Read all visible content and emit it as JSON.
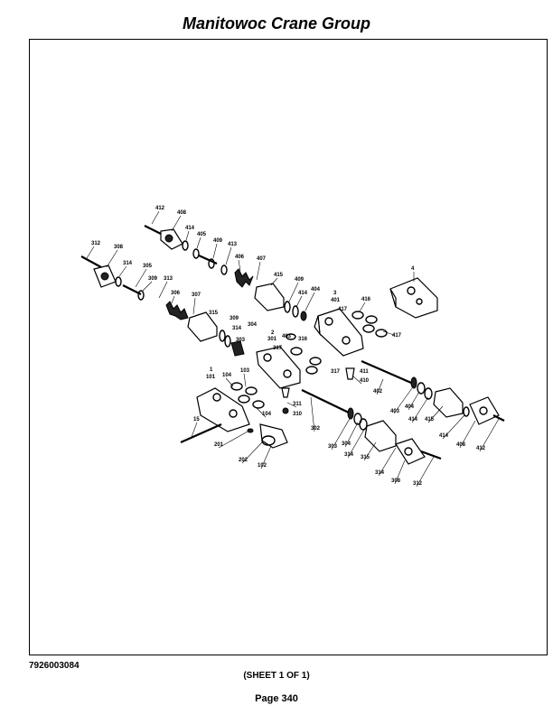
{
  "header": {
    "title": "Manitowoc Crane Group"
  },
  "footer": {
    "doc_number": "7926003084",
    "sheet": "(SHEET 1 OF 1)",
    "page": "Page 340"
  },
  "callouts": {
    "c412a": "412",
    "c408a": "408",
    "c414a": "414",
    "c405": "405",
    "c409a": "409",
    "c413": "413",
    "c406": "406",
    "c407": "407",
    "c312a": "312",
    "c308a": "308",
    "c314a": "314",
    "c305": "305",
    "c309a": "309",
    "c313": "313",
    "c306": "306",
    "c307": "307",
    "c415a": "415",
    "c409b": "409",
    "c414b": "414",
    "c404a": "404",
    "c4": "4",
    "c3": "3",
    "c401": "401",
    "c417a": "417",
    "c416": "416",
    "c417b": "417",
    "c315a": "315",
    "c309b": "309",
    "c314b": "314",
    "c304a": "304",
    "c303": "303",
    "c2": "2",
    "c301": "301",
    "c403a": "403",
    "c317a": "317",
    "c316": "316",
    "c317b": "317",
    "c411": "411",
    "c410": "410",
    "c402": "402",
    "c403b": "403",
    "c404b": "404",
    "c414c": "414",
    "c415b": "415",
    "c414d": "414",
    "c408b": "408",
    "c412b": "412",
    "c1": "1",
    "c101": "101",
    "c104a": "104",
    "c103": "103",
    "c104b": "104",
    "c311": "311",
    "c310": "310",
    "c302": "302",
    "c15": "15",
    "c201": "201",
    "c202": "202",
    "c102": "102",
    "c303b": "303",
    "c304b": "304",
    "c314c": "314",
    "c315b": "315",
    "c314d": "314",
    "c308b": "308",
    "c312b": "312"
  }
}
